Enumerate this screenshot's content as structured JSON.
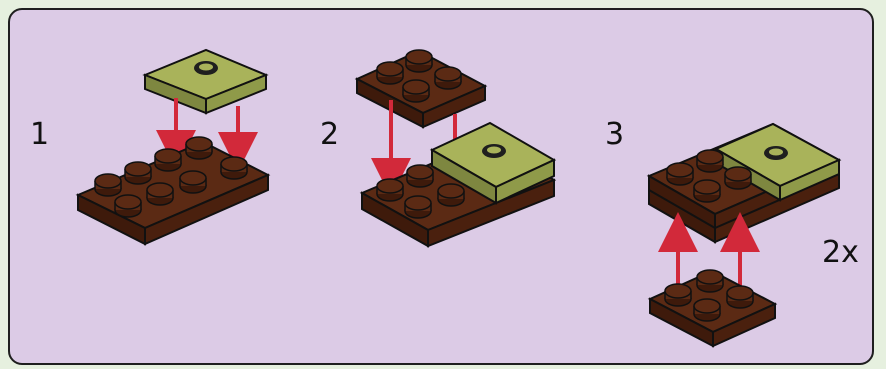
{
  "steps": [
    {
      "number": "1"
    },
    {
      "number": "2"
    },
    {
      "number": "3"
    }
  ],
  "multiplier": "2x",
  "colors": {
    "background": "#dccbe6",
    "brick_brown": "#5b2a14",
    "brick_brown_side": "#3e1a0b",
    "plate_olive": "#a9b35a",
    "plate_olive_side": "#7e8740",
    "arrow_red": "#d2293a",
    "outline": "#111111"
  },
  "icons": [
    "arrow-down-icon",
    "arrow-up-icon"
  ]
}
